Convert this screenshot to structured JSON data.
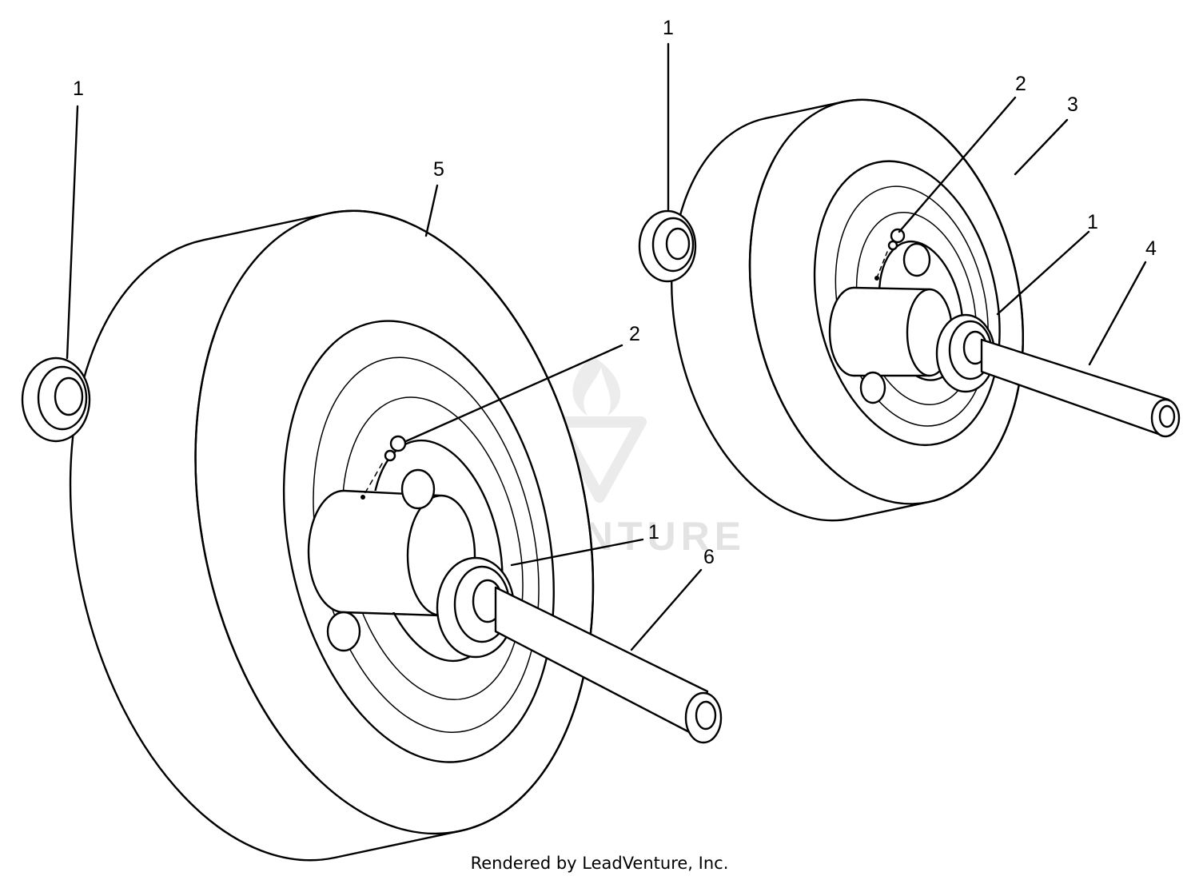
{
  "callouts": {
    "bearing_left_outer": "1",
    "bearing_left_inner": "1",
    "bearing_right_outer": "1",
    "bearing_right_inner": "1",
    "fitting_left": "2",
    "fitting_right": "2",
    "wheel_right": "3",
    "axle_right": "4",
    "wheel_left": "5",
    "axle_left": "6"
  },
  "watermark": "LEADVENTURE",
  "footer": "Rendered by LeadVenture, Inc."
}
